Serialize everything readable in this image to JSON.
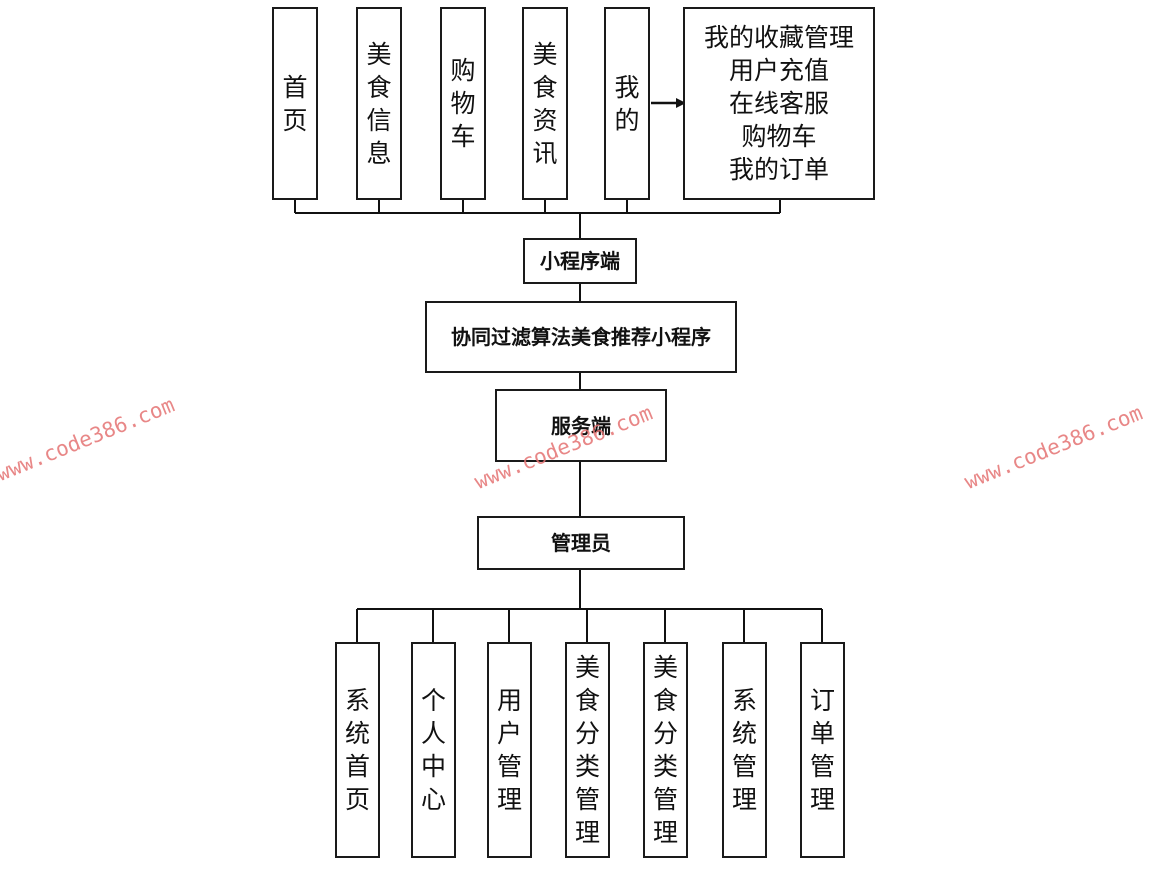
{
  "diagram": {
    "top_modules": [
      "首页",
      "美食信息",
      "购物车",
      "美食资讯",
      "我的"
    ],
    "my_submenu": [
      "我的收藏管理",
      "用户充值",
      "在线客服",
      "购物车",
      "我的订单"
    ],
    "client_label": "小程序端",
    "system_label": "协同过滤算法美食推荐小程序",
    "server_label": "服务端",
    "admin_label": "管理员",
    "admin_modules": [
      "系统首页",
      "个人中心",
      "用户管理",
      "美食分类管理",
      "美食分类管理",
      "系统管理",
      "订单管理"
    ]
  },
  "watermark": "www.code386.com"
}
